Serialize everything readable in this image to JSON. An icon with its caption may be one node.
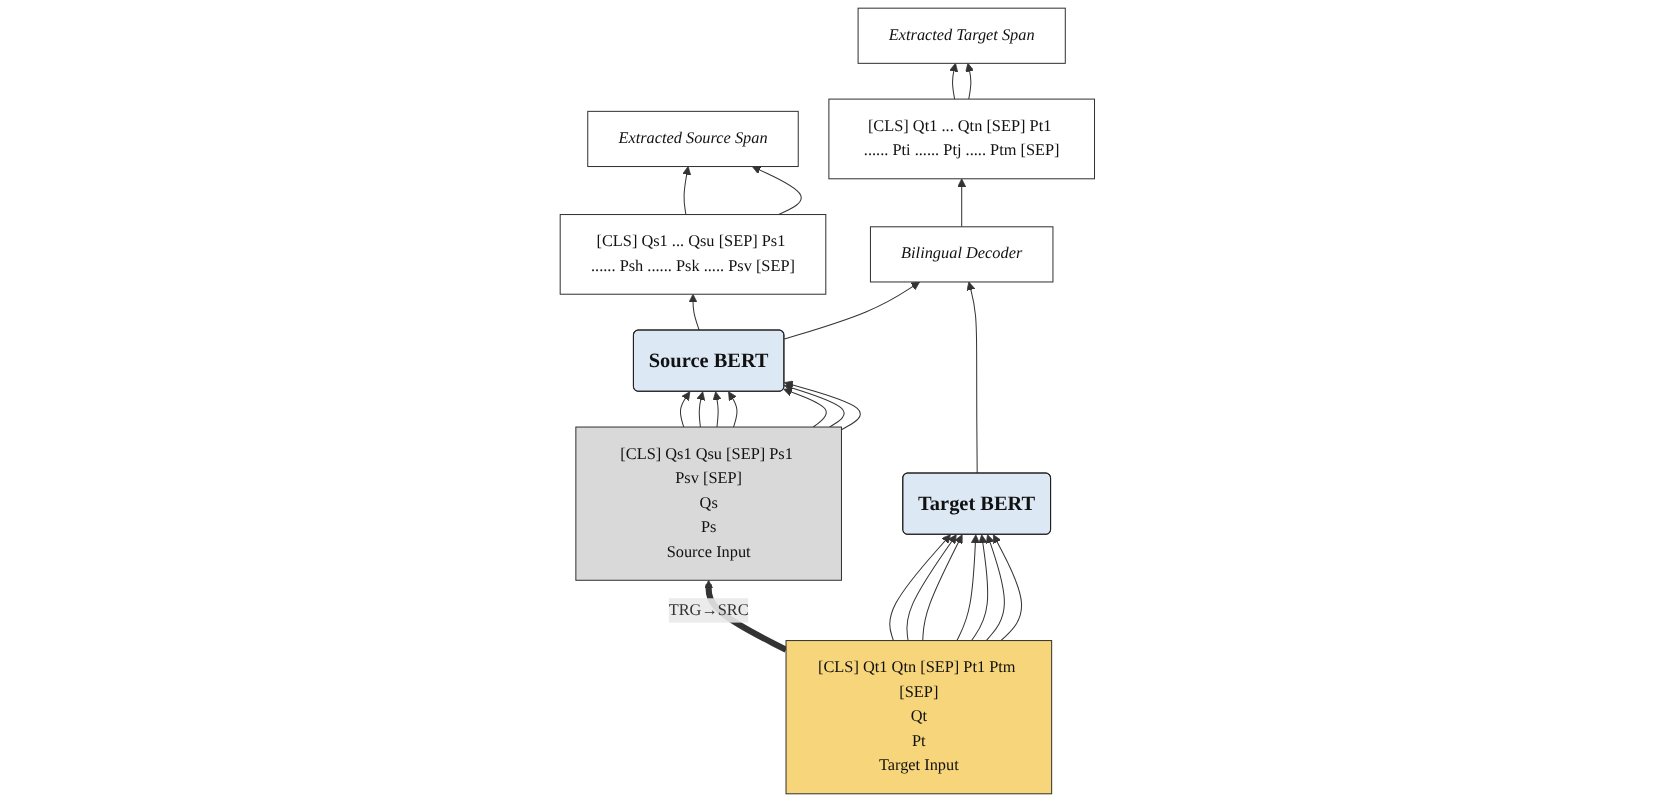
{
  "diagram": {
    "nodes": [
      {
        "text": [
          "Extracted Source Span"
        ]
      },
      {
        "text": [
          "[CLS] Qs1 ... Qsu [SEP] Ps1 ...... Psh ...... Psk ..... Psv [SEP]"
        ]
      },
      {
        "text": [
          "Source BERT"
        ]
      },
      {
        "text": [
          "[CLS] Qs1 Qsu [SEP] Ps1 Psv [SEP]",
          "Qs",
          "Ps",
          "Source Input"
        ]
      },
      {
        "text": [
          "Extracted Target Span"
        ]
      },
      {
        "text": [
          "[CLS] Qt1 ... Qtn [SEP] Pt1 ...... Pti ...... Ptj ..... Ptm [SEP]"
        ]
      },
      {
        "text": [
          "Bilingual Decoder"
        ]
      },
      {
        "text": [
          "Target BERT"
        ]
      },
      {
        "text": [
          "[CLS] Qt1 Qtn [SEP] Pt1 Ptm [SEP]",
          "Qt",
          "Pt",
          "Target Input"
        ]
      }
    ],
    "edges": [
      {
        "from": 1,
        "to": 0,
        "arrow": "to"
      },
      {
        "from": 1,
        "to": 0,
        "arrow": "to"
      },
      {
        "from": 2,
        "to": 1,
        "arrow": "to"
      },
      {
        "from": 3,
        "to": 2,
        "arrow": "to"
      },
      {
        "from": 3,
        "to": 2,
        "arrow": "to"
      },
      {
        "from": 3,
        "to": 2,
        "arrow": "to"
      },
      {
        "from": 3,
        "to": 2,
        "arrow": "to"
      },
      {
        "from": 3,
        "to": 2,
        "arrow": "to"
      },
      {
        "from": 3,
        "to": 2,
        "arrow": "to"
      },
      {
        "from": 3,
        "to": 2,
        "arrow": "to"
      },
      {
        "from": 2,
        "to": 6,
        "arrow": "to"
      },
      {
        "from": 7,
        "to": 6,
        "arrow": "to"
      },
      {
        "from": 6,
        "to": 5,
        "arrow": "to"
      },
      {
        "from": 5,
        "to": 4,
        "arrow": "to"
      },
      {
        "from": 5,
        "to": 4,
        "arrow": "to"
      },
      {
        "from": 8,
        "to": 7,
        "arrow": "to"
      },
      {
        "from": 8,
        "to": 7,
        "arrow": "to"
      },
      {
        "from": 8,
        "to": 7,
        "arrow": "to"
      },
      {
        "from": 8,
        "to": 7,
        "arrow": "to"
      },
      {
        "from": 8,
        "to": 7,
        "arrow": "to"
      },
      {
        "from": 8,
        "to": 7,
        "arrow": "to"
      },
      {
        "from": 8,
        "to": 7,
        "arrow": "to"
      },
      {
        "from": 8,
        "to": 3,
        "arrow": "to",
        "label": "TRG→SRC",
        "style": "thick"
      }
    ]
  }
}
